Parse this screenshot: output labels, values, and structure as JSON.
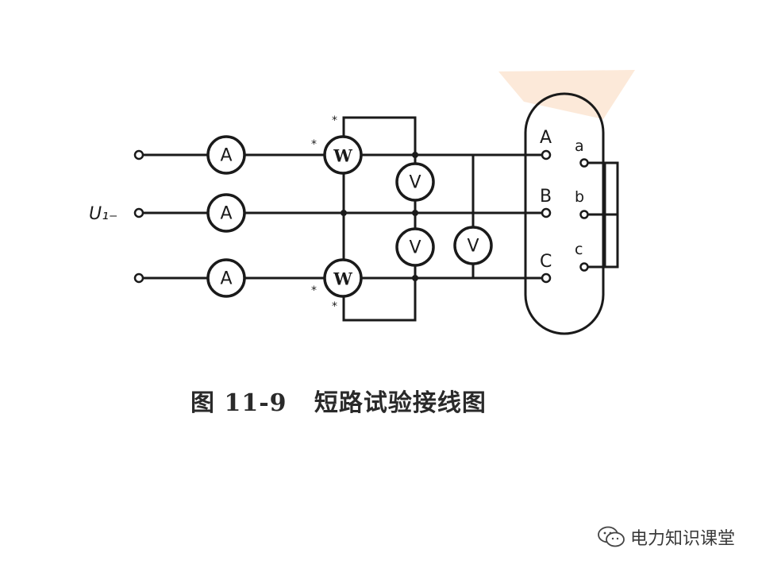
{
  "diagram": {
    "supply_label": "U₁₋",
    "ammeter": "A",
    "wattmeter": "W",
    "voltmeter": "V",
    "marker": "*",
    "hv_terminals": [
      "A",
      "B",
      "C"
    ],
    "lv_terminals": [
      "a",
      "b",
      "c"
    ]
  },
  "caption": "图 11-9   短路试验接线图",
  "watermark": {
    "text": "电力知识课堂",
    "icon": "wechat-icon"
  }
}
